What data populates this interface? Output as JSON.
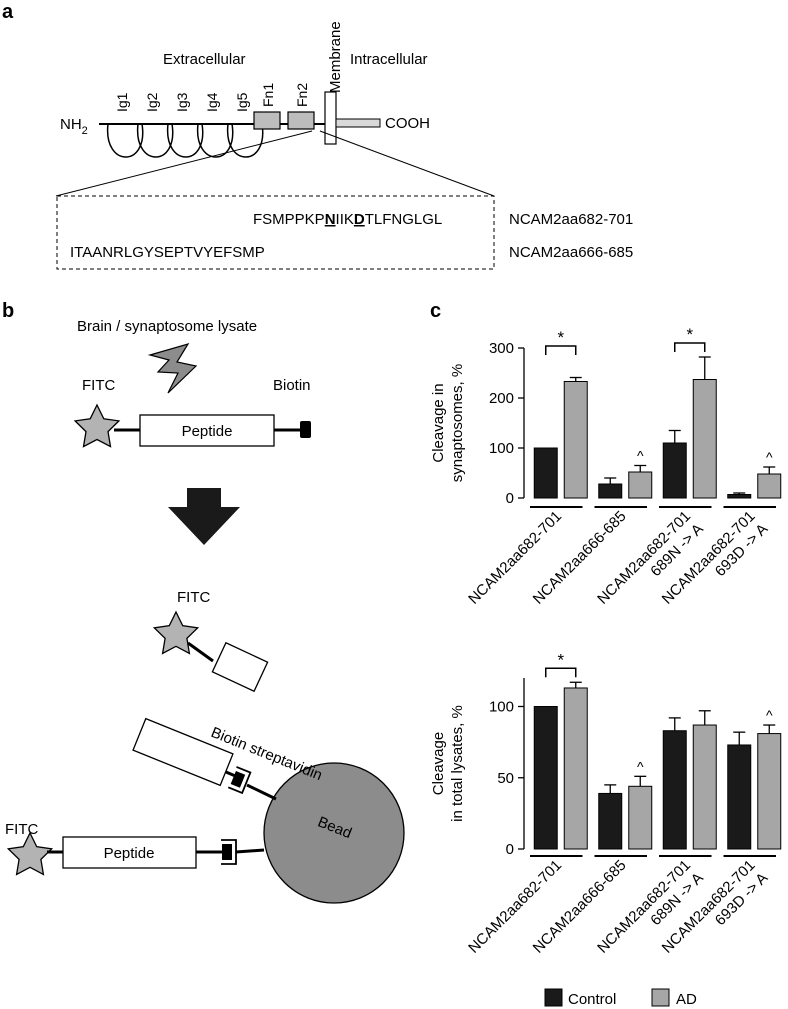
{
  "panel_a": {
    "letter": "a",
    "region_extracellular": "Extracellular",
    "region_membrane": "Membrane",
    "region_intracellular": "Intracellular",
    "n_terminus": "NH",
    "n_terminus_sub": "2",
    "c_terminus": "COOH",
    "domains": [
      "Ig1",
      "Ig2",
      "Ig3",
      "Ig4",
      "Ig5",
      "Fn1",
      "Fn2"
    ],
    "seq1_pre": "FSMPPKP",
    "seq1_n": "N",
    "seq1_mid": "IIK",
    "seq1_d": "D",
    "seq1_post": "TLFNGLGL",
    "seq1_name": "NCAM2aa682-701",
    "seq2": "ITAANRLGYSEPTVYEFSMP",
    "seq2_name": "NCAM2aa666-685"
  },
  "panel_b": {
    "letter": "b",
    "title": "Brain / synaptosome lysate",
    "fitc": "FITC",
    "biotin": "Biotin",
    "peptide": "Peptide",
    "biotin_streptavidin": "Biotin streptavidin",
    "bead": "Bead"
  },
  "panel_c": {
    "letter": "c"
  },
  "legend": {
    "control": "Control",
    "ad": "AD",
    "control_color": "#1a1a1a",
    "ad_color": "#a6a6a6"
  },
  "chart_data": [
    {
      "type": "bar",
      "ylabel_line1": "Cleavage in",
      "ylabel_line2": "synaptosomes, %",
      "ylim": [
        0,
        300
      ],
      "yticks": [
        "0",
        "100",
        "200",
        "300"
      ],
      "groups": [
        {
          "line1": "NCAM2aa682-701",
          "line2": ""
        },
        {
          "line1": "NCAM2aa666-685",
          "line2": ""
        },
        {
          "line1": "NCAM2aa682-701",
          "line2": "689N -> A"
        },
        {
          "line1": "NCAM2aa682-701",
          "line2": "693D -> A"
        }
      ],
      "series": [
        {
          "name": "Control",
          "values": [
            100,
            28,
            110,
            7
          ],
          "errors": [
            0,
            12,
            25,
            3
          ]
        },
        {
          "name": "AD",
          "values": [
            233,
            52,
            237,
            48
          ],
          "errors": [
            8,
            13,
            45,
            14
          ]
        }
      ],
      "ad_marks": [
        "",
        "^",
        "",
        "^"
      ],
      "significance": [
        {
          "group": 0,
          "label": "*"
        },
        {
          "group": 2,
          "label": "*"
        }
      ],
      "grid": false
    },
    {
      "type": "bar",
      "ylabel_line1": "Cleavage",
      "ylabel_line2": "in total lysates, %",
      "ylim": [
        0,
        120
      ],
      "yticks": [
        "0",
        "50",
        "100"
      ],
      "groups": [
        {
          "line1": "NCAM2aa682-701",
          "line2": ""
        },
        {
          "line1": "NCAM2aa666-685",
          "line2": ""
        },
        {
          "line1": "NCAM2aa682-701",
          "line2": "689N -> A"
        },
        {
          "line1": "NCAM2aa682-701",
          "line2": "693D -> A"
        }
      ],
      "series": [
        {
          "name": "Control",
          "values": [
            100,
            39,
            83,
            73
          ],
          "errors": [
            0,
            6,
            9,
            9
          ]
        },
        {
          "name": "AD",
          "values": [
            113,
            44,
            87,
            81
          ],
          "errors": [
            4,
            7,
            10,
            6
          ]
        }
      ],
      "ad_marks": [
        "",
        "^",
        "",
        "^"
      ],
      "significance": [
        {
          "group": 0,
          "label": "*"
        }
      ],
      "grid": false
    }
  ]
}
